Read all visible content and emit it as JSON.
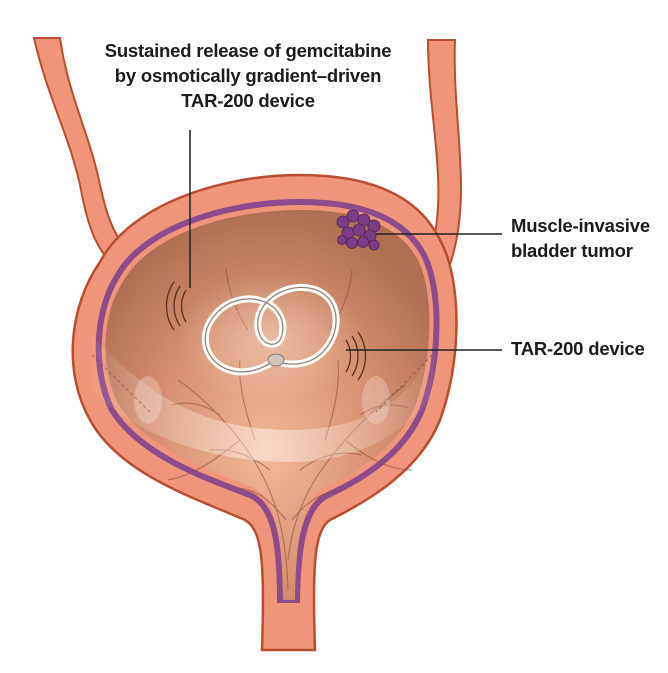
{
  "labels": {
    "release": {
      "lines": [
        "Sustained release of gemcitabine",
        "by osmotically gradient–driven",
        "TAR-200 device"
      ]
    },
    "tumor": {
      "lines": [
        "Muscle-invasive",
        "bladder tumor"
      ]
    },
    "device": {
      "lines": [
        "TAR-200 device"
      ]
    }
  },
  "colors": {
    "wall": "#f0957a",
    "wall_outline": "#b84d30",
    "lumen": "#c98260",
    "mucosa": "#8e4a8a",
    "tumor": "#7b3d86",
    "leader": "#222222"
  },
  "icons": {
    "device": "coiled-loop-device",
    "tumor": "tumor-cluster"
  }
}
